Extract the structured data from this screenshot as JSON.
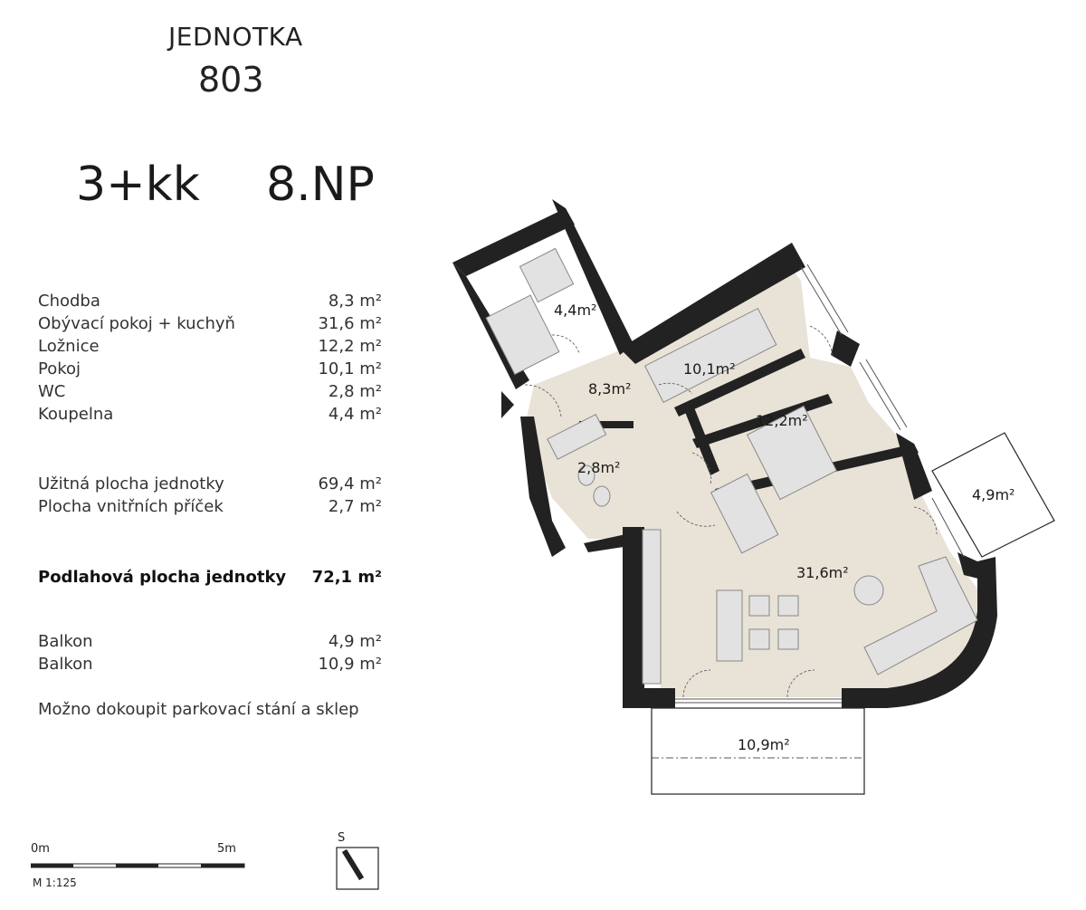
{
  "header": {
    "unit_label": "JEDNOTKA",
    "unit_number": "803",
    "layout_type": "3+kk",
    "floor": "8.NP"
  },
  "rooms": [
    {
      "name": "Chodba",
      "area": "8,3 m²"
    },
    {
      "name": "Obývací pokoj + kuchyň",
      "area": "31,6 m²"
    },
    {
      "name": "Ložnice",
      "area": "12,2 m²"
    },
    {
      "name": "Pokoj",
      "area": "10,1 m²"
    },
    {
      "name": "WC",
      "area": "2,8 m²"
    },
    {
      "name": "Koupelna",
      "area": "4,4 m²"
    }
  ],
  "totals": [
    {
      "name": "Užitná plocha jednotky",
      "area": "69,4 m²"
    },
    {
      "name": "Plocha vnitřních příček",
      "area": "2,7 m²"
    }
  ],
  "floor_area": {
    "name": "Podlahová plocha jednotky",
    "area": "72,1 m²"
  },
  "balconies": [
    {
      "name": "Balkon",
      "area": "4,9 m²"
    },
    {
      "name": "Balkon",
      "area": "10,9 m²"
    }
  ],
  "note": "Možno dokoupit parkovací stání a sklep",
  "plan_labels": {
    "koupelna": "4,4m²",
    "chodba": "8,3m²",
    "pokoj": "10,1m²",
    "loznice": "12,2m²",
    "wc": "2,8m²",
    "obyvak": "31,6m²",
    "balkon_small": "4,9m²",
    "balkon_large": "10,9m²"
  },
  "scale": {
    "start": "0m",
    "end": "5m",
    "ratio": "M 1:125"
  },
  "compass": {
    "label": "S"
  },
  "colors": {
    "wall": "#222222",
    "floor": "#e9e2d6",
    "furniture": "#e2e2e2"
  }
}
